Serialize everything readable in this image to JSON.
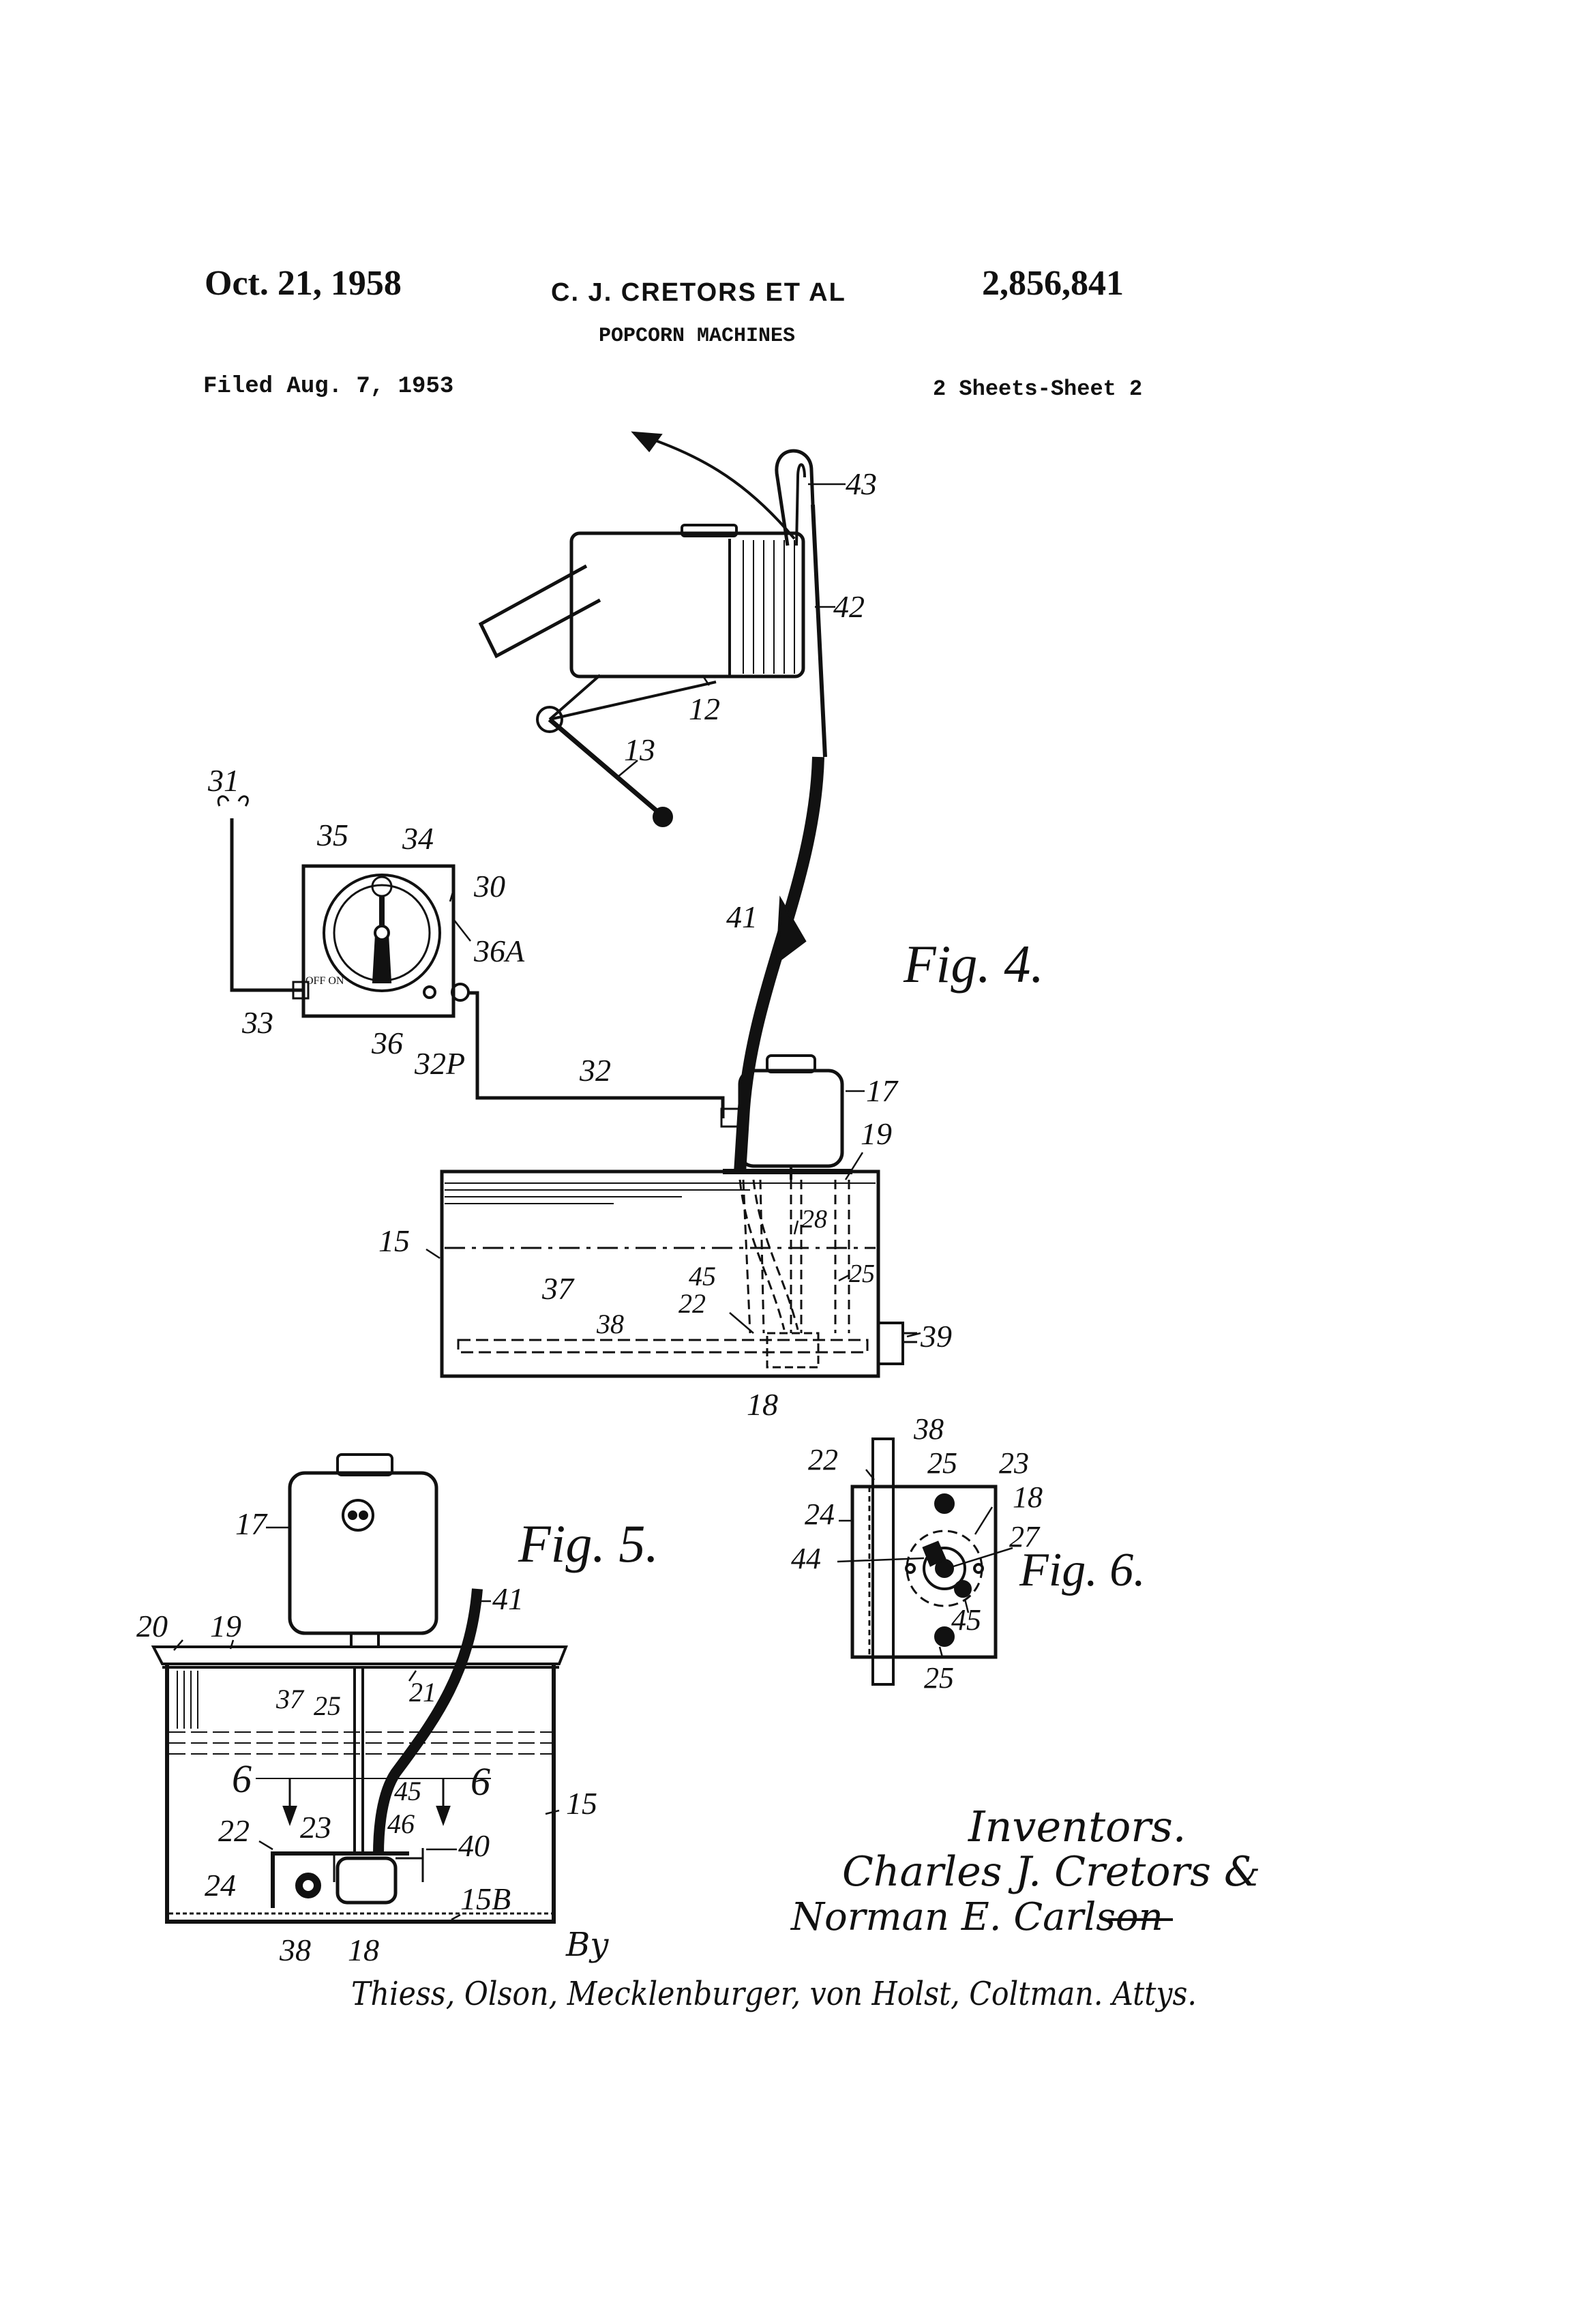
{
  "header": {
    "date": "Oct. 21, 1958",
    "inventors_short": "C. J. CRETORS ET AL",
    "patent_number": "2,856,841",
    "title": "POPCORN MACHINES",
    "filed": "Filed Aug. 7, 1953",
    "sheets": "2 Sheets-Sheet 2"
  },
  "figures": {
    "fig4": "Fig. 4.",
    "fig5": "Fig. 5.",
    "fig6": "Fig. 6."
  },
  "switch_labels": {
    "off_on": "OFF ON"
  },
  "ref": {
    "r43": "43",
    "r42": "42",
    "r12": "12",
    "r13": "13",
    "r31": "31",
    "r35": "35",
    "r34": "34",
    "r30": "30",
    "r36A": "36A",
    "r41": "41",
    "r33": "33",
    "r36": "36",
    "r32P": "32P",
    "r32": "32",
    "r17": "17",
    "r19": "19",
    "r15": "15",
    "r28": "28",
    "r37": "37",
    "r45": "45",
    "r25": "25",
    "r22": "22",
    "r38": "38",
    "r39": "39",
    "r18": "18",
    "f5_17": "17",
    "f5_20": "20",
    "f5_19": "19",
    "f5_41": "41",
    "f5_21": "21",
    "f5_37": "37",
    "f5_25": "25",
    "f5_6a": "6",
    "f5_6b": "6",
    "f5_45": "45",
    "f5_15": "15",
    "f5_22": "22",
    "f5_23": "23",
    "f5_46": "46",
    "f5_40": "40",
    "f5_24": "24",
    "f5_15B": "15B",
    "f5_38": "38",
    "f5_18": "18",
    "f6_22": "22",
    "f6_38": "38",
    "f6_25a": "25",
    "f6_23": "23",
    "f6_24": "24",
    "f6_18": "18",
    "f6_44": "44",
    "f6_27": "27",
    "f6_45": "45",
    "f6_25b": "25"
  },
  "inventors_block": {
    "heading": "Inventors.",
    "name1": "Charles J. Cretors &",
    "name2": "Norman E. Carlson",
    "by": "By",
    "attorneys": "Thiess, Olson, Mecklenburger, von Holst, Coltman. Attys."
  }
}
